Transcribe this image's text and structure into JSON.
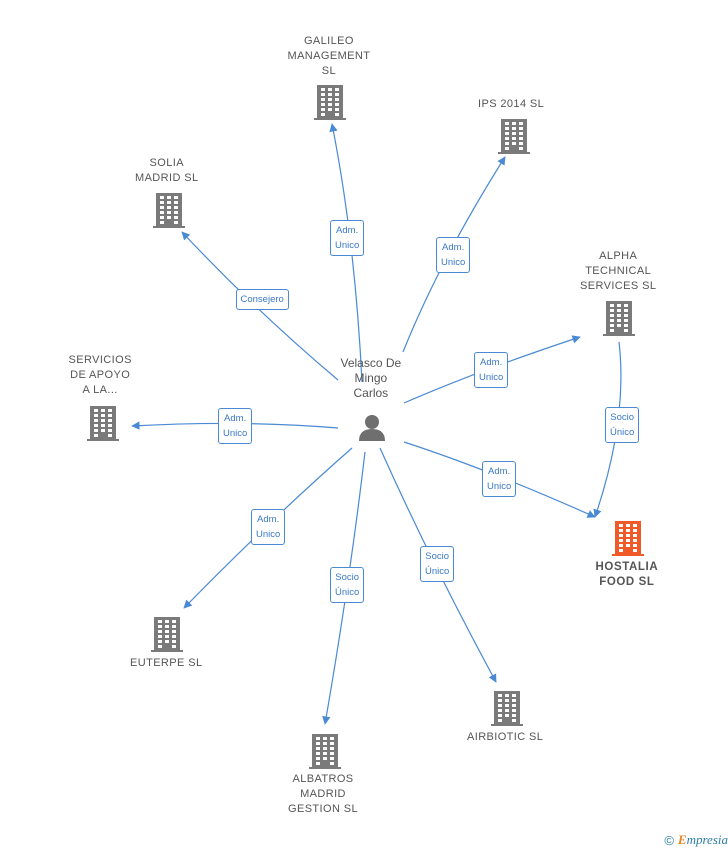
{
  "center": {
    "name": "Velasco De\nMingo\nCarlos",
    "icon": "person-icon"
  },
  "companies": [
    {
      "id": "galileo",
      "name": "GALILEO\nMANAGEMENT\nSL",
      "icon": "building-icon",
      "highlight": false
    },
    {
      "id": "ips",
      "name": "IPS 2014  SL",
      "icon": "building-icon",
      "highlight": false
    },
    {
      "id": "solia",
      "name": "SOLIA\nMADRID  SL",
      "icon": "building-icon",
      "highlight": false
    },
    {
      "id": "alpha",
      "name": "ALPHA\nTECHNICAL\nSERVICES  SL",
      "icon": "building-icon",
      "highlight": false
    },
    {
      "id": "servicios",
      "name": "SERVICIOS\nDE APOYO\nA LA...",
      "icon": "building-icon",
      "highlight": false
    },
    {
      "id": "hostalia",
      "name": "HOSTALIA\nFOOD  SL",
      "icon": "building-icon",
      "highlight": true
    },
    {
      "id": "euterpe",
      "name": "EUTERPE  SL",
      "icon": "building-icon",
      "highlight": false
    },
    {
      "id": "albatros",
      "name": "ALBATROS\nMADRID\nGESTION SL",
      "icon": "building-icon",
      "highlight": false
    },
    {
      "id": "airbiotic",
      "name": "AIRBIOTIC  SL",
      "icon": "building-icon",
      "highlight": false
    }
  ],
  "edges": [
    {
      "from": "center",
      "to": "galileo",
      "label": "Adm.\nUnico"
    },
    {
      "from": "center",
      "to": "ips",
      "label": "Adm.\nUnico"
    },
    {
      "from": "center",
      "to": "solia",
      "label": "Consejero"
    },
    {
      "from": "center",
      "to": "alpha",
      "label": "Adm.\nUnico"
    },
    {
      "from": "center",
      "to": "servicios",
      "label": "Adm.\nUnico"
    },
    {
      "from": "center",
      "to": "hostalia",
      "label": "Adm.\nUnico"
    },
    {
      "from": "center",
      "to": "euterpe",
      "label": "Adm.\nUnico"
    },
    {
      "from": "center",
      "to": "albatros",
      "label": "Socio\nÚnico"
    },
    {
      "from": "center",
      "to": "airbiotic",
      "label": "Socio\nÚnico"
    },
    {
      "from": "alpha",
      "to": "hostalia",
      "label": "Socio\nÚnico"
    }
  ],
  "colors": {
    "edge": "#4a8ad4",
    "building": "#7a7a7a",
    "highlight": "#f05a28",
    "person": "#6f6f6f"
  },
  "footer": {
    "copyright": "©",
    "brand_first": "E",
    "brand_rest": "mpresia"
  }
}
